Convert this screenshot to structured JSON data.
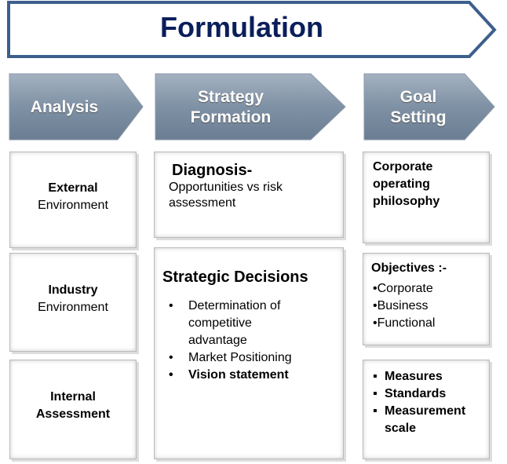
{
  "title": "Formulation",
  "colors": {
    "title": "#0a1e5a",
    "border": "#3d5f8c",
    "chevron": "#7d8fa3"
  },
  "columns": [
    {
      "header": [
        "Analysis"
      ],
      "boxes": [
        {
          "bold": "External",
          "text": "Environment"
        },
        {
          "bold": "Industry",
          "text": "Environment"
        },
        {
          "bold": "Internal",
          "bold2": "Assessment"
        }
      ]
    },
    {
      "header": [
        "Strategy",
        "Formation"
      ],
      "boxes": [
        {
          "heading": "Diagnosis-",
          "lines": [
            "Opportunities vs risk",
            "assessment"
          ]
        },
        {
          "heading": "Strategic Decisions",
          "bullets": [
            "Determination of competitive advantage",
            "Market Positioning"
          ],
          "bold_bullet": "Vision statement"
        }
      ]
    },
    {
      "header": [
        "Goal",
        "Setting"
      ],
      "boxes": [
        {
          "lines": [
            "Corporate",
            "operating",
            "philosophy"
          ]
        },
        {
          "heading": "Objectives :-",
          "bullets": [
            "Corporate",
            "Business",
            "Functional"
          ]
        },
        {
          "bullets": [
            "Measures",
            "Standards",
            "Measurement scale"
          ]
        }
      ]
    }
  ]
}
